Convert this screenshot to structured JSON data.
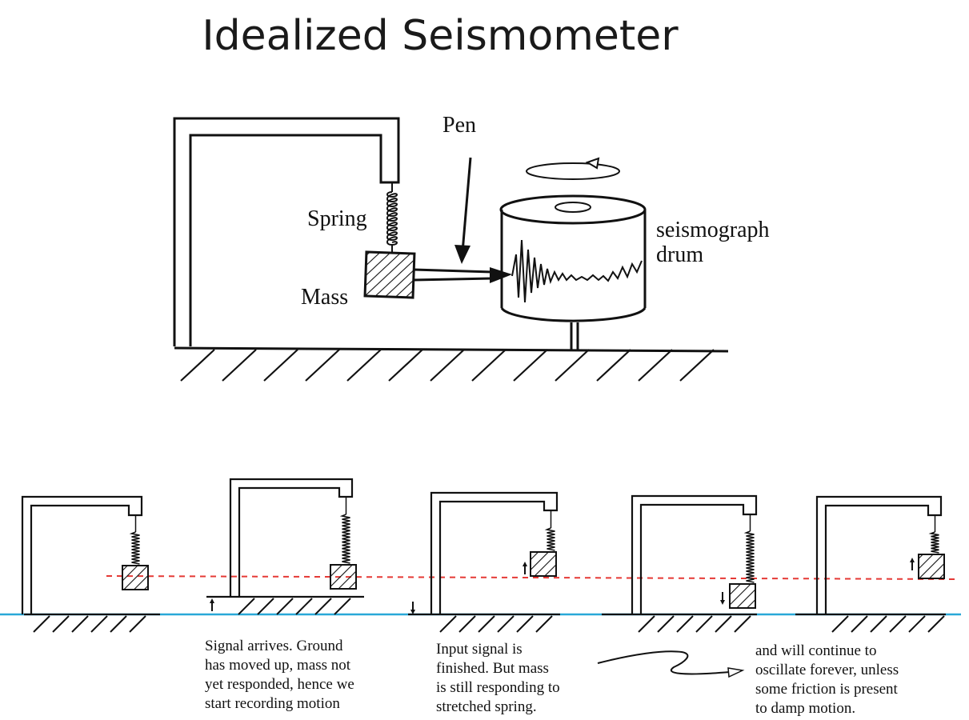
{
  "title": "Idealized Seismometer",
  "main_labels": {
    "pen": "Pen",
    "spring": "Spring",
    "mass": "Mass",
    "drum_line1": "seismograph",
    "drum_line2": "drum"
  },
  "captions": {
    "signal_arrives": [
      "Signal arrives. Ground",
      "has moved up, mass not",
      "yet responded, hence we",
      "start recording motion"
    ],
    "input_finished": [
      "Input signal is",
      "finished. But mass",
      "is still responding to",
      "stretched spring."
    ],
    "continue": [
      "and will continue to",
      "oscillate forever, unless",
      "some friction is present",
      "to damp motion."
    ]
  },
  "colors": {
    "ink": "#111111",
    "reference_line": "#e53935",
    "ground_line": "#29a8d8"
  }
}
